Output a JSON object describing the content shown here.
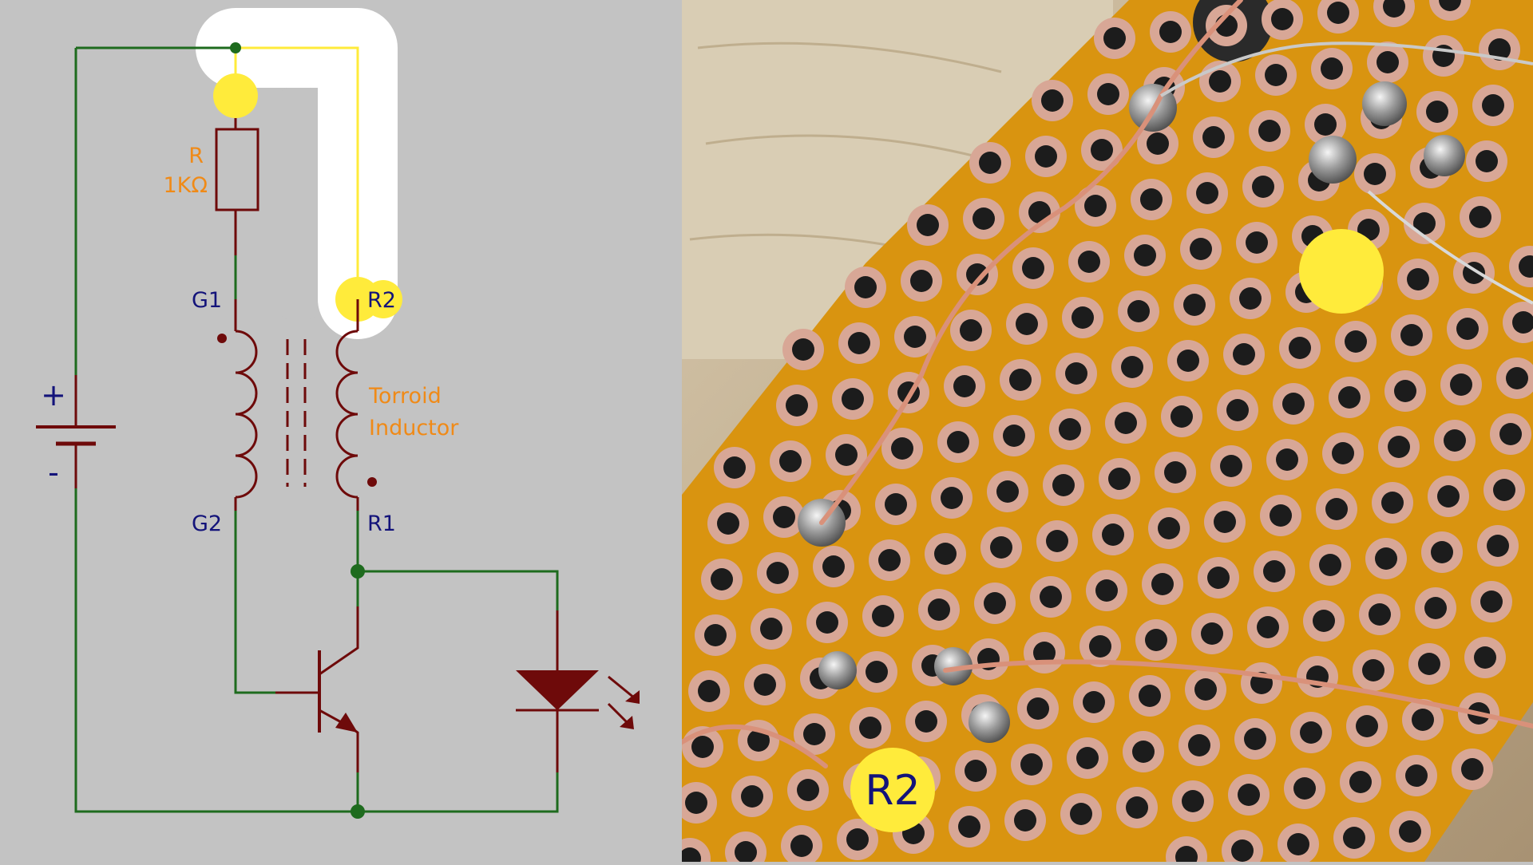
{
  "schematic": {
    "resistor": {
      "name": "R",
      "value": "1KΩ"
    },
    "battery": {
      "plus": "+",
      "minus": "-"
    },
    "inductor": {
      "label_line1": "Torroid",
      "label_line2": "Inductor"
    },
    "pins": {
      "g1": "G1",
      "g2": "G2",
      "r1": "R1",
      "r2": "R2"
    }
  },
  "photo": {
    "r2_badge": "R2"
  },
  "colors": {
    "wire": "#1e6b1e",
    "component": "#6e0a0a",
    "label_orange": "#f08a17",
    "label_blue": "#13137a",
    "highlight_yellow": "#ffeb3b",
    "highlight_glow": "#ffffff",
    "board": "#d99410",
    "pad_copper": "#d8a796"
  }
}
